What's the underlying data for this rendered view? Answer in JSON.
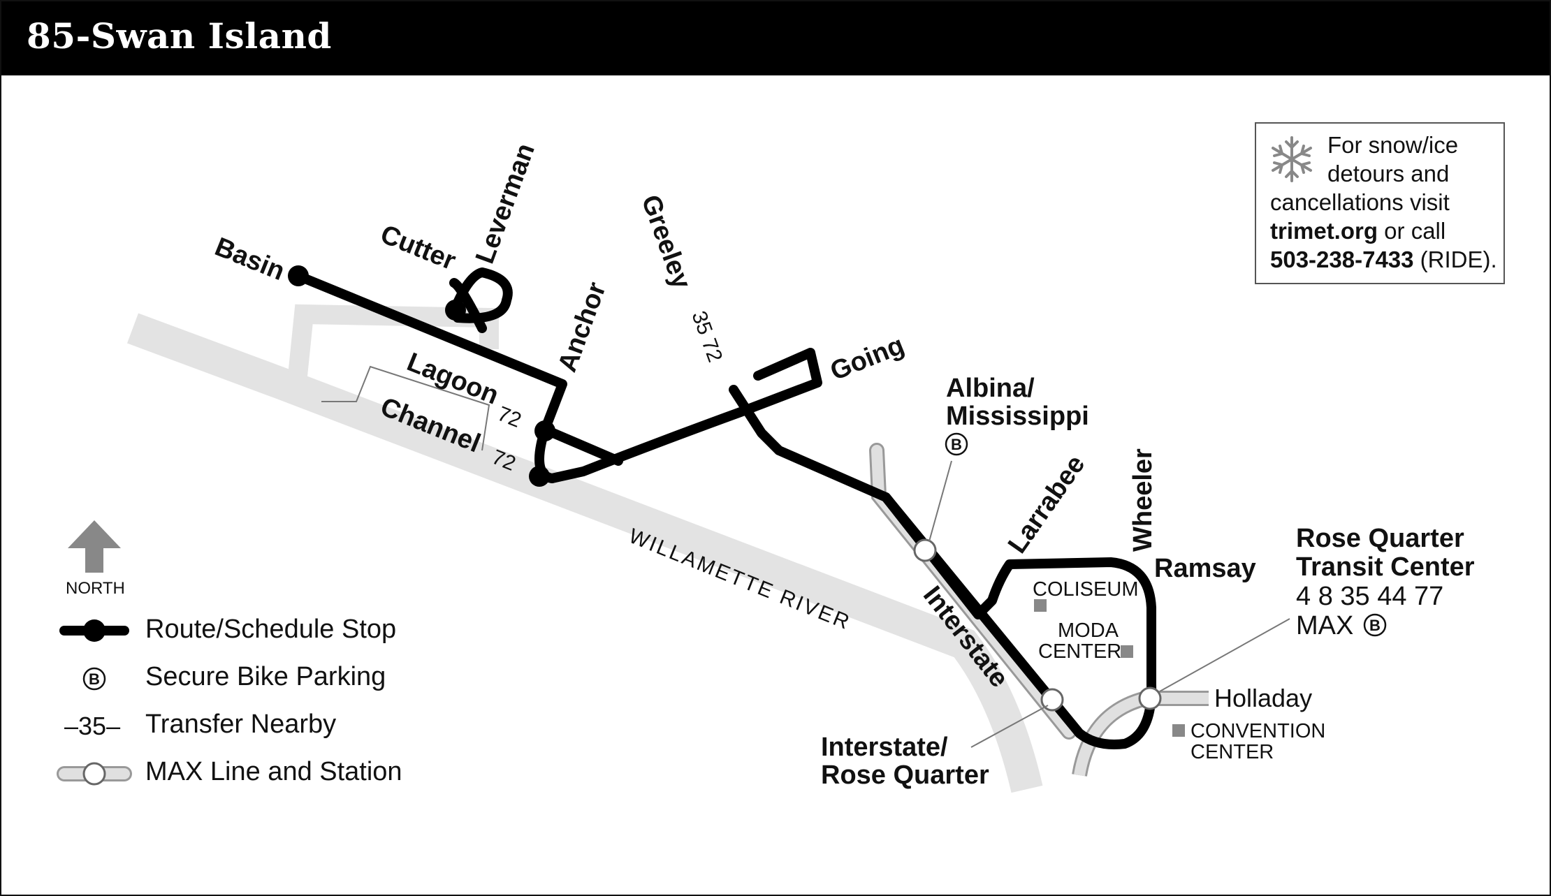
{
  "title": "85-Swan Island",
  "info_box": {
    "line1": "For snow/ice",
    "line2": "detours and",
    "line3": "cancellations visit",
    "url": "trimet.org",
    "line4_rest": " or call",
    "phone": "503-238-7433",
    "phone_suffix": " (RIDE).",
    "icon": "snowflake-icon"
  },
  "streets": {
    "basin": "Basin",
    "cutter": "Cutter",
    "leverman": "Leverman",
    "anchor": "Anchor",
    "lagoon": "Lagoon",
    "channel": "Channel",
    "greeley": "Greeley",
    "going": "Going",
    "interstate": "Interstate",
    "larrabee": "Larrabee",
    "wheeler": "Wheeler",
    "ramsay": "Ramsay",
    "holladay": "Holladay"
  },
  "transfers": {
    "lagoon": "72",
    "channel": "72",
    "greeley": "35 72"
  },
  "river": "WILLAMETTE  RIVER",
  "stations": {
    "albina_1": "Albina/",
    "albina_2": "Mississippi",
    "interstate_rq_1": "Interstate/",
    "interstate_rq_2": "Rose Quarter",
    "rq_tc_1": "Rose Quarter",
    "rq_tc_2": "Transit Center",
    "rq_tc_lines": "4 8 35 44 77",
    "rq_tc_max": "MAX"
  },
  "landmarks": {
    "coliseum": "COLISEUM",
    "moda_1": "MODA",
    "moda_2": "CENTER",
    "convention_1": "CONVENTION",
    "convention_2": "CENTER"
  },
  "bike_symbol": "B",
  "legend": {
    "north": "NORTH",
    "route_stop": "Route/Schedule Stop",
    "bike": "Secure Bike Parking",
    "transfer_symbol": "–35–",
    "transfer": "Transfer Nearby",
    "max": "MAX Line and Station"
  },
  "colors": {
    "route": "#000000",
    "river": "#e3e3e3",
    "max_line": "#cccccc",
    "header_bg": "#000000"
  }
}
